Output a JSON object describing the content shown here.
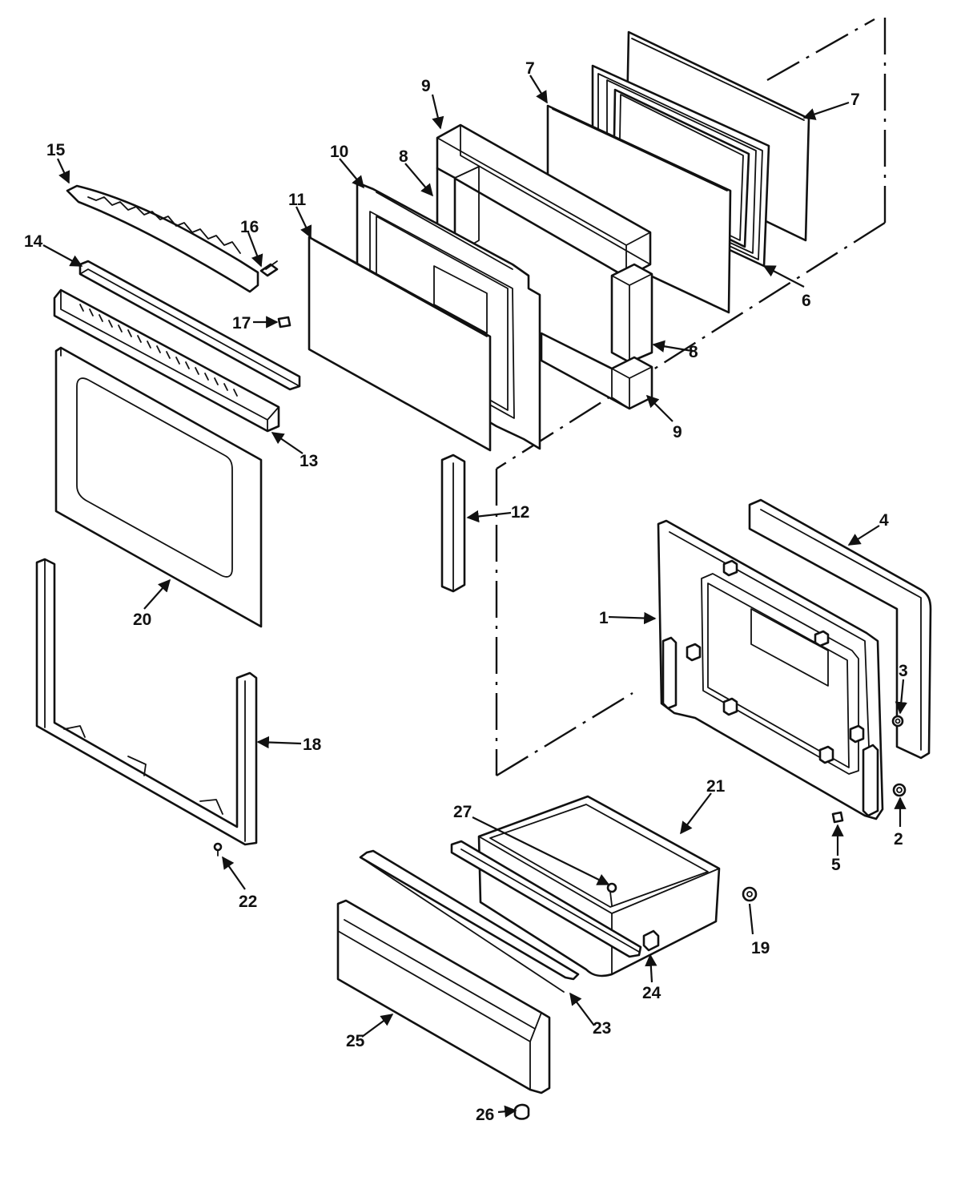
{
  "callouts": [
    {
      "id": "c1",
      "label": "1"
    },
    {
      "id": "c2",
      "label": "2"
    },
    {
      "id": "c3",
      "label": "3"
    },
    {
      "id": "c4",
      "label": "4"
    },
    {
      "id": "c5",
      "label": "5"
    },
    {
      "id": "c6",
      "label": "6"
    },
    {
      "id": "c7a",
      "label": "7"
    },
    {
      "id": "c7b",
      "label": "7"
    },
    {
      "id": "c8a",
      "label": "8"
    },
    {
      "id": "c8b",
      "label": "8"
    },
    {
      "id": "c9a",
      "label": "9"
    },
    {
      "id": "c9b",
      "label": "9"
    },
    {
      "id": "c10",
      "label": "10"
    },
    {
      "id": "c11",
      "label": "11"
    },
    {
      "id": "c12",
      "label": "12"
    },
    {
      "id": "c13",
      "label": "13"
    },
    {
      "id": "c14",
      "label": "14"
    },
    {
      "id": "c15",
      "label": "15"
    },
    {
      "id": "c16",
      "label": "16"
    },
    {
      "id": "c17",
      "label": "17"
    },
    {
      "id": "c18",
      "label": "18"
    },
    {
      "id": "c19",
      "label": "19"
    },
    {
      "id": "c20",
      "label": "20"
    },
    {
      "id": "c21",
      "label": "21"
    },
    {
      "id": "c22",
      "label": "22"
    },
    {
      "id": "c23",
      "label": "23"
    },
    {
      "id": "c24",
      "label": "24"
    },
    {
      "id": "c25",
      "label": "25"
    },
    {
      "id": "c26",
      "label": "26"
    },
    {
      "id": "c27",
      "label": "27"
    }
  ]
}
